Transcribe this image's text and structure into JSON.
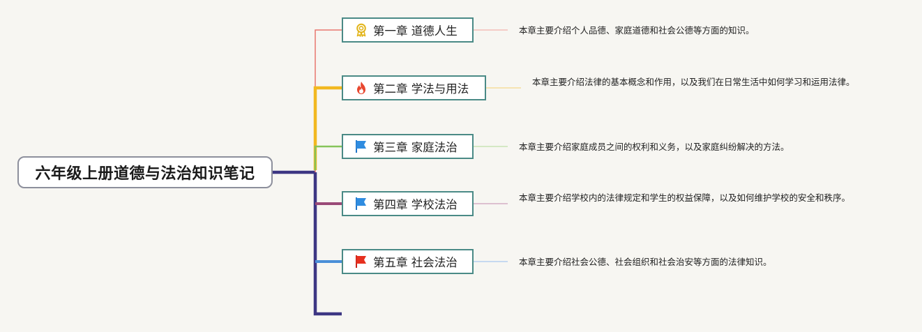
{
  "root": {
    "title": "六年级上册道德与法治知识笔记"
  },
  "chapters": [
    {
      "label": "第一章 道德人生",
      "icon": "award-ribbon-icon",
      "branch_color": "#e8776e",
      "description": "本章主要介绍个人品德、家庭道德和社会公德等方面的知识。"
    },
    {
      "label": "第二章 学法与用法",
      "icon": "fire-icon",
      "branch_color": "#f2b820",
      "description": "本章主要介绍法律的基本概念和作用，以及我们在日常生活中如何学习和运用法律。"
    },
    {
      "label": "第三章 家庭法治",
      "icon": "blue-flag-icon",
      "branch_color": "#86c45a",
      "description": "本章主要介绍家庭成员之间的权利和义务，以及家庭纠纷解决的方法。"
    },
    {
      "label": "第四章 学校法治",
      "icon": "blue-flag-icon",
      "branch_color": "#9a4a78",
      "description": "本章主要介绍学校内的法律规定和学生的权益保障，以及如何维护学校的安全和秩序。"
    },
    {
      "label": "第五章 社会法治",
      "icon": "red-flag-icon",
      "branch_color": "#4a8fd8",
      "description": "本章主要介绍社会公德、社会组织和社会治安等方面的法律知识。"
    }
  ],
  "trunk_color": "#3d3683",
  "chapter_border_color": "#4a8a86"
}
